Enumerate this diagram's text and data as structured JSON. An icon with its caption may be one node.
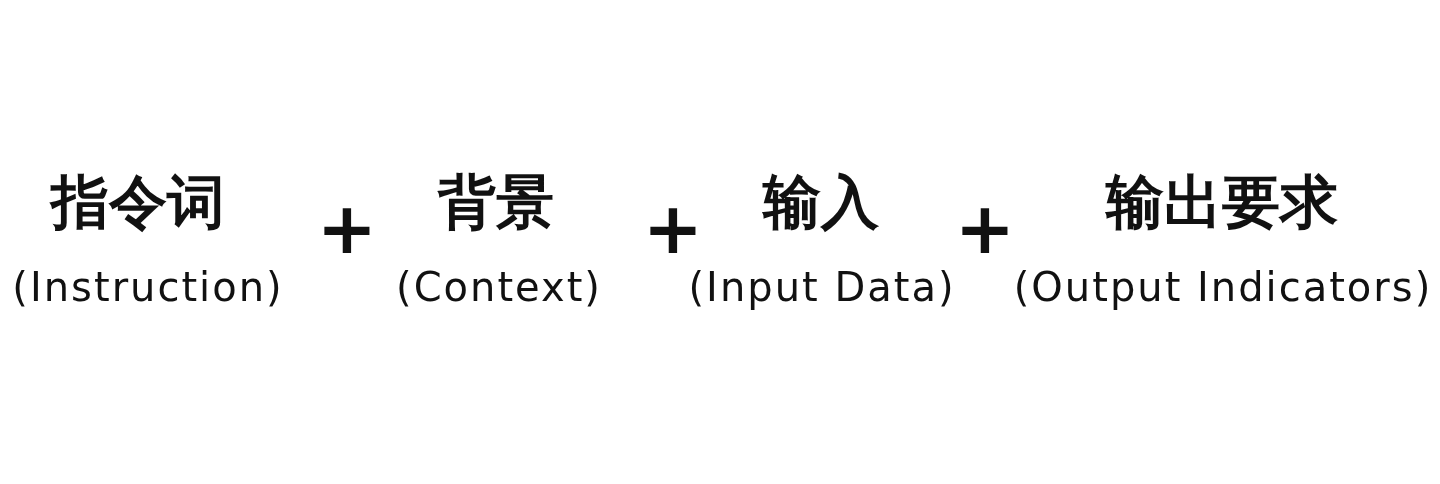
{
  "diagram": {
    "labels": [
      "指令词",
      "(Instruction)",
      "+",
      "背景",
      "(Context)",
      "+",
      "输入",
      "(Input Data)",
      "+",
      "输出要求",
      "(Output Indicators)"
    ]
  }
}
